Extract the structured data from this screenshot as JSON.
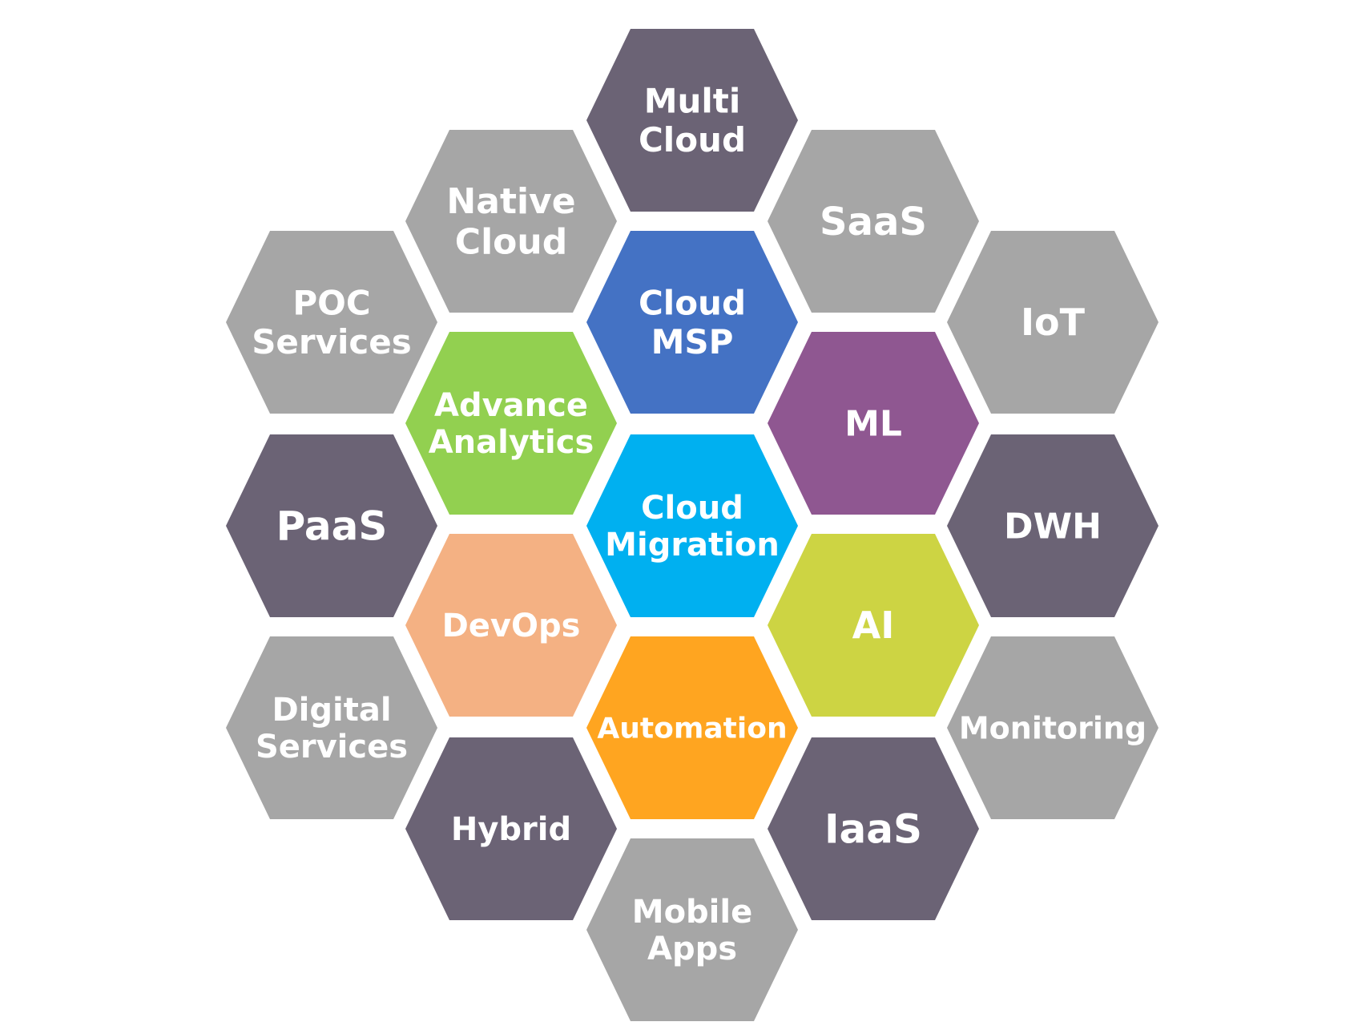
{
  "colors": {
    "gray": "#a6a6a6",
    "slate": "#6b6375",
    "blue": "#4472c4",
    "cyan": "#00b0f0",
    "purple": "#8f5791",
    "green": "#92d050",
    "peach": "#f4b183",
    "orange": "#ffa520",
    "lime": "#cdd443"
  },
  "hexagons": [
    {
      "id": "multi-cloud",
      "lines": [
        "Multi",
        "Cloud"
      ],
      "color": "slate"
    },
    {
      "id": "native-cloud",
      "lines": [
        "Native",
        "Cloud"
      ],
      "color": "gray"
    },
    {
      "id": "saas",
      "lines": [
        "SaaS"
      ],
      "color": "gray"
    },
    {
      "id": "poc-services",
      "lines": [
        "POC",
        "Services"
      ],
      "color": "gray"
    },
    {
      "id": "iot",
      "lines": [
        "IoT"
      ],
      "color": "gray"
    },
    {
      "id": "cloud-msp",
      "lines": [
        "Cloud",
        "MSP"
      ],
      "color": "blue"
    },
    {
      "id": "advance-analytics",
      "lines": [
        "Advance",
        "Analytics"
      ],
      "color": "green"
    },
    {
      "id": "ml",
      "lines": [
        "ML"
      ],
      "color": "purple"
    },
    {
      "id": "paas",
      "lines": [
        "PaaS"
      ],
      "color": "slate"
    },
    {
      "id": "dwh",
      "lines": [
        "DWH"
      ],
      "color": "slate"
    },
    {
      "id": "cloud-migration",
      "lines": [
        "Cloud",
        "Migration"
      ],
      "color": "cyan"
    },
    {
      "id": "devops",
      "lines": [
        "DevOps"
      ],
      "color": "peach"
    },
    {
      "id": "ai",
      "lines": [
        "AI"
      ],
      "color": "lime"
    },
    {
      "id": "digital-services",
      "lines": [
        "Digital",
        "Services"
      ],
      "color": "gray"
    },
    {
      "id": "monitoring",
      "lines": [
        "Monitoring"
      ],
      "color": "gray"
    },
    {
      "id": "automation",
      "lines": [
        "Automation"
      ],
      "color": "orange"
    },
    {
      "id": "hybrid",
      "lines": [
        "Hybrid"
      ],
      "color": "slate"
    },
    {
      "id": "iaas",
      "lines": [
        "IaaS"
      ],
      "color": "slate"
    },
    {
      "id": "mobile-apps",
      "lines": [
        "Mobile",
        "Apps"
      ],
      "color": "gray"
    }
  ]
}
